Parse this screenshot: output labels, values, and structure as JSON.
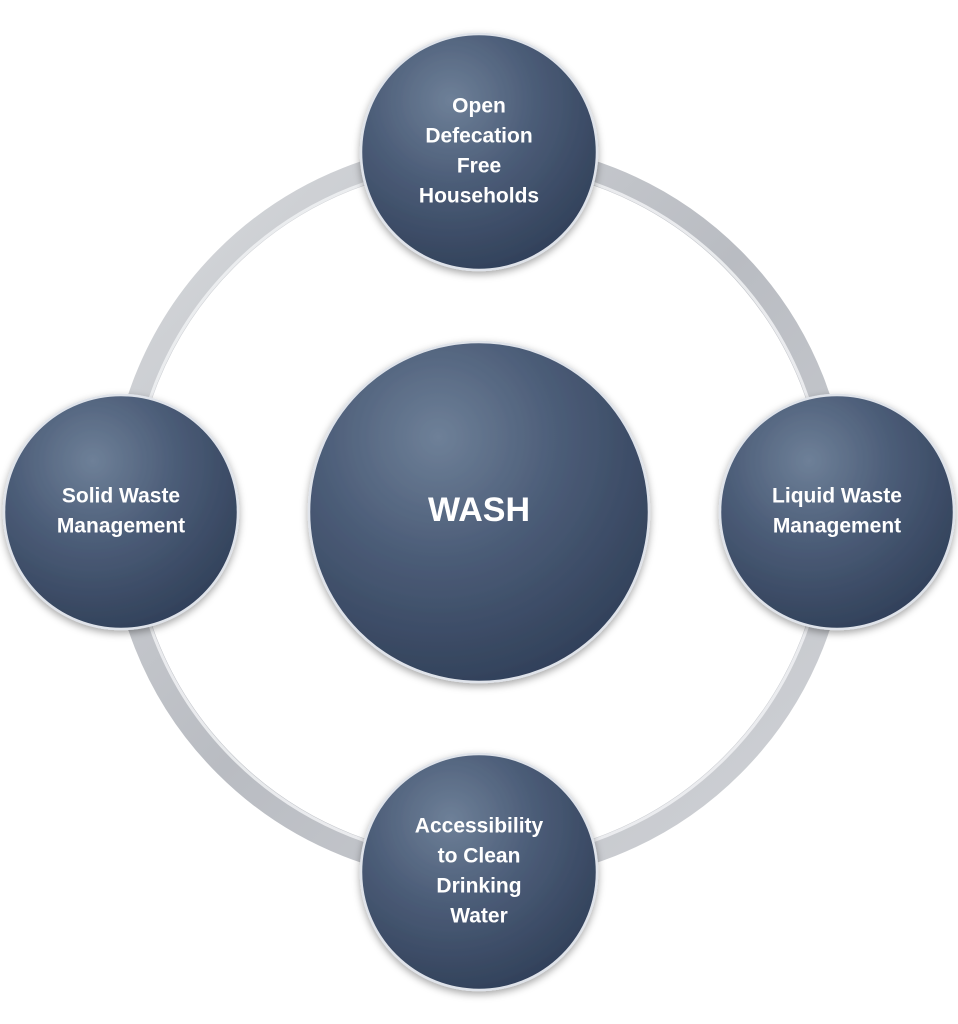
{
  "diagram": {
    "center": {
      "label": "WASH"
    },
    "nodes": [
      {
        "id": "top",
        "lines": [
          "Open",
          "Defecation",
          "Free",
          "Households"
        ]
      },
      {
        "id": "right",
        "lines": [
          "Liquid Waste",
          "Management"
        ]
      },
      {
        "id": "bottom",
        "lines": [
          "Accessibility",
          "to Clean",
          "Drinking",
          "Water"
        ]
      },
      {
        "id": "left",
        "lines": [
          "Solid Waste",
          "Management"
        ]
      }
    ],
    "colors": {
      "node_light": "#6b7d96",
      "node_mid": "#4a5b76",
      "node_dark": "#2f3e57",
      "ring": "#c4c7cc",
      "text": "#ffffff"
    }
  }
}
